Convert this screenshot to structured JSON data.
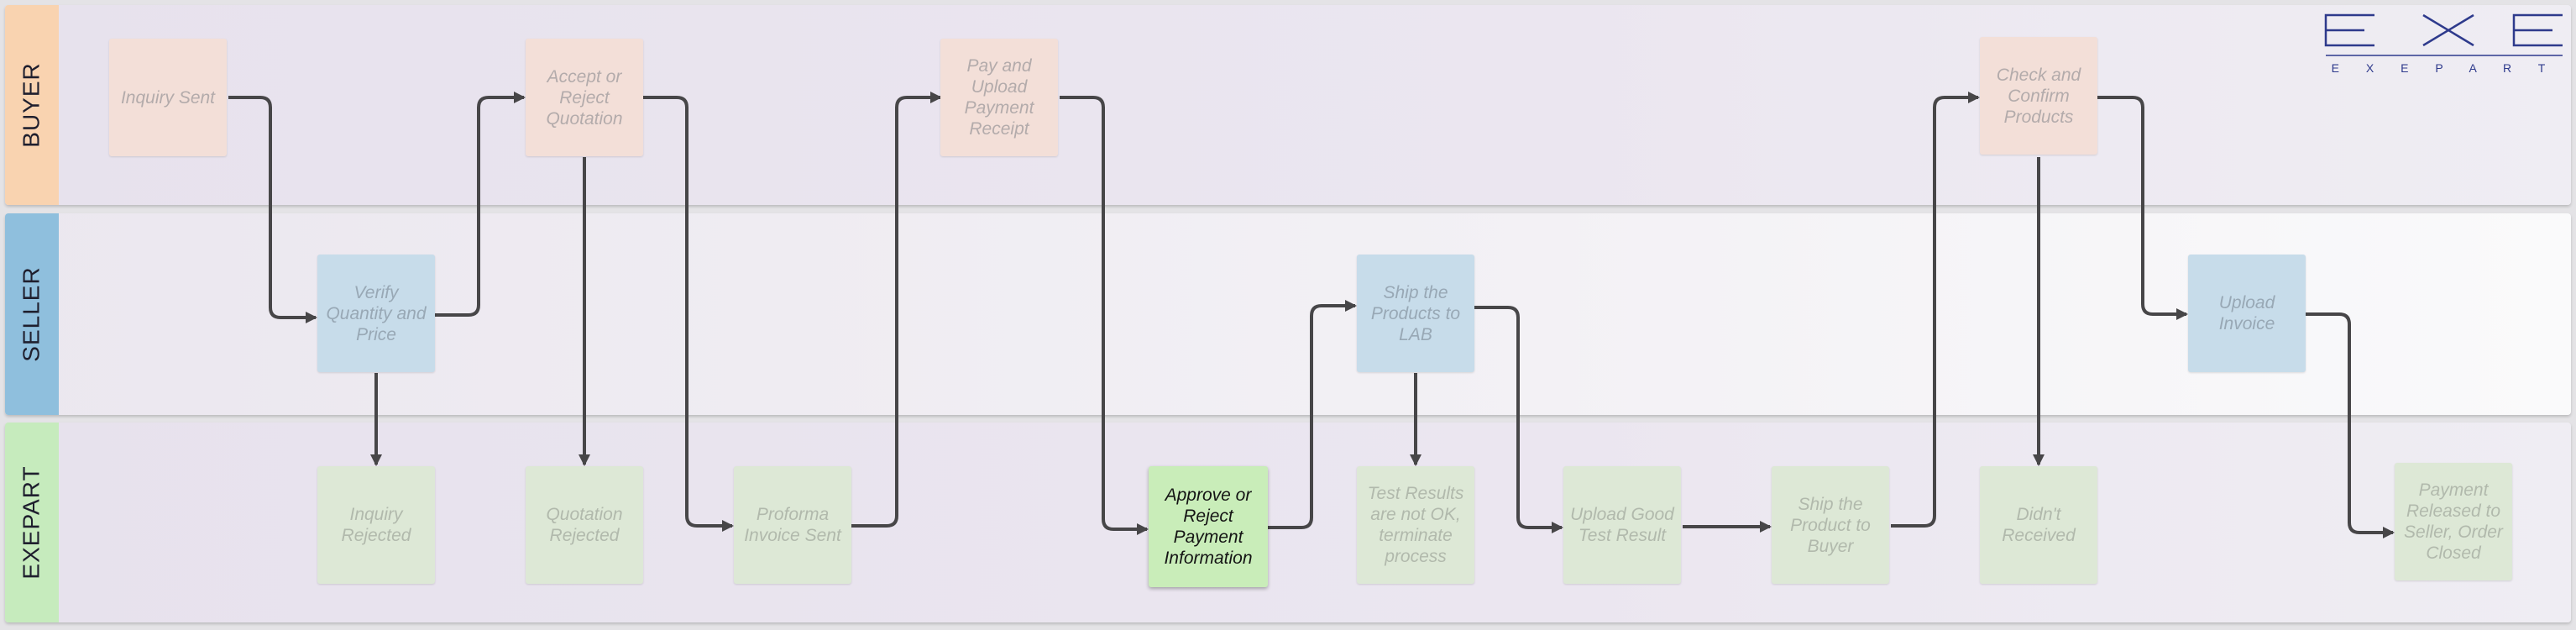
{
  "colors": {
    "buyer_tab": "#f9d3b0",
    "seller_tab": "#8fbfdd",
    "exepart_tab": "#c6ebbd",
    "lane_bg": "#ebe6f0",
    "edge": "#474648",
    "highlight": "#c9edb9",
    "logo": "#2e3a8c"
  },
  "lanes": [
    {
      "id": "buyer",
      "label": "BUYER"
    },
    {
      "id": "seller",
      "label": "SELLER"
    },
    {
      "id": "exepart",
      "label": "EXEPART"
    }
  ],
  "nodes": {
    "inquiry_sent": "Inquiry Sent",
    "accept_reject_quotation": "Accept or Reject Quotation",
    "pay_upload_receipt": "Pay and Upload Payment Receipt",
    "check_confirm_products": "Check and Confirm Products",
    "verify_quantity_price": "Verify Quantity and Price",
    "ship_products_lab": "Ship the Products to LAB",
    "upload_invoice": "Upload Invoice",
    "inquiry_rejected": "Inquiry Rejected",
    "quotation_rejected": "Quotation Rejected",
    "proforma_invoice_sent": "Proforma Invoice Sent",
    "approve_reject_payment": "Approve or Reject Payment Information",
    "test_results_not_ok": "Test Results are not OK, terminate process",
    "upload_good_test_result": "Upload Good Test Result",
    "ship_product_buyer": "Ship the Product to Buyer",
    "didnt_received": "Didn't Received",
    "payment_released": "Payment Released to Seller, Order Closed"
  },
  "active_node": "approve_reject_payment",
  "logo": {
    "tagline": "E X E P A R T",
    "icon": "exepart-logo-icon"
  }
}
